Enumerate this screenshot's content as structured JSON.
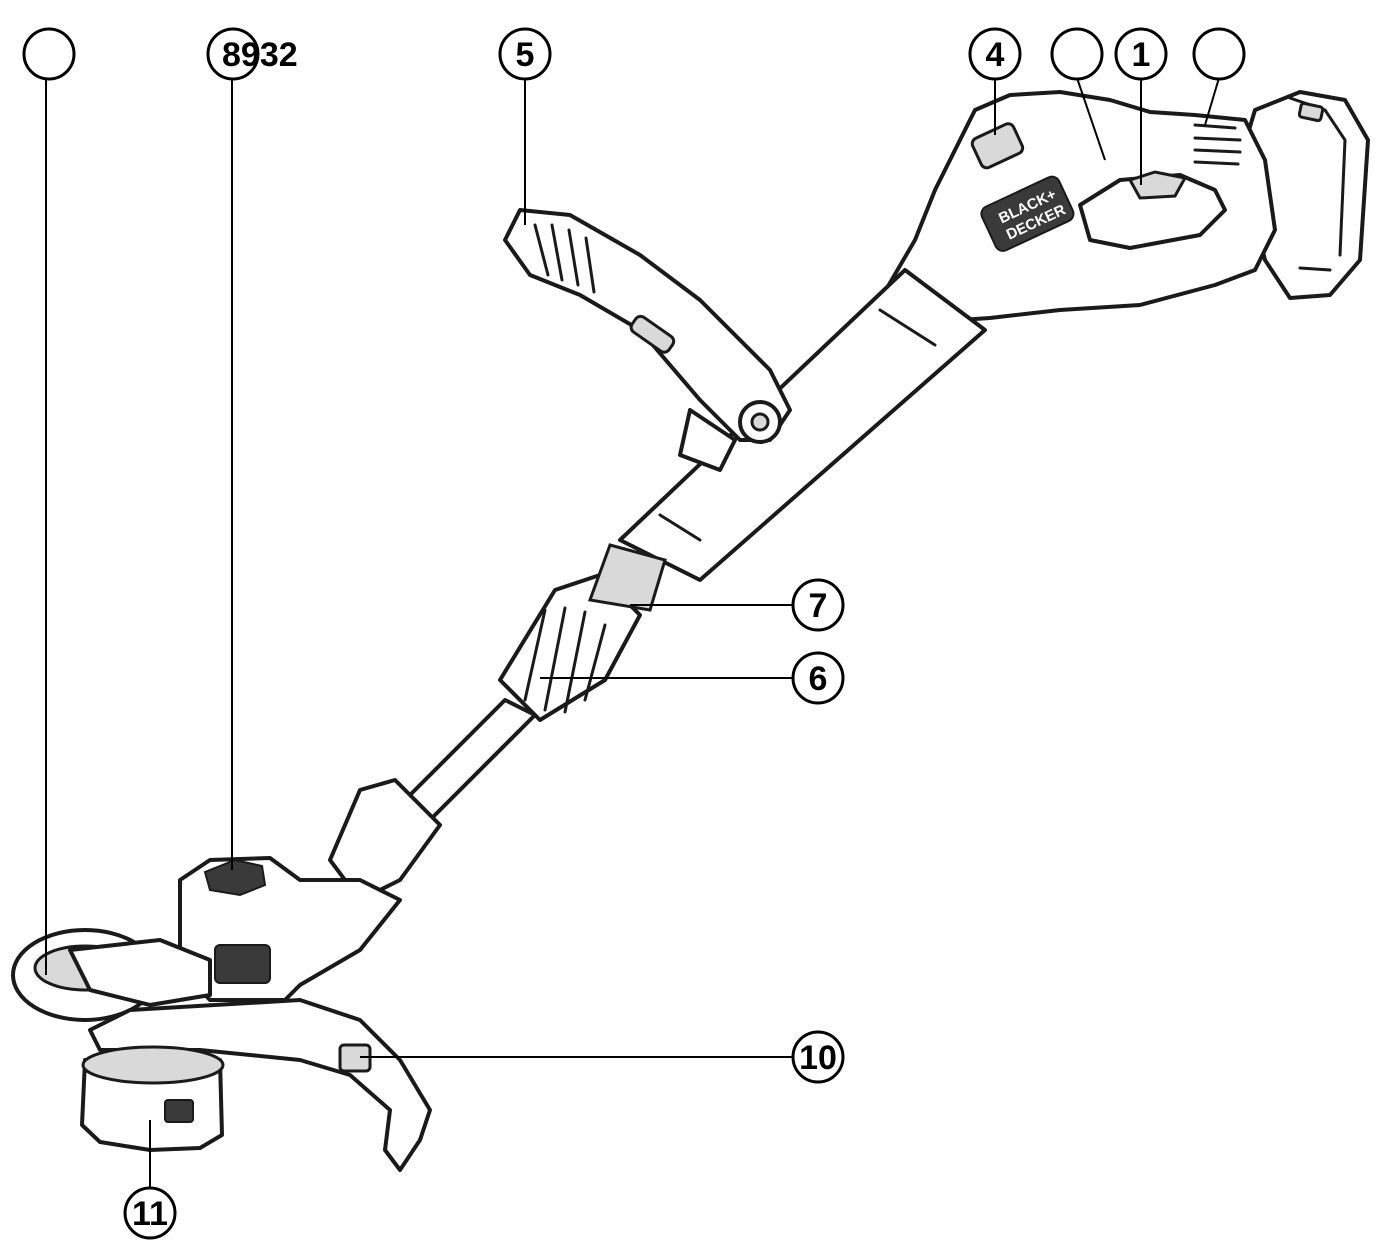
{
  "callouts": [
    {
      "id": "c-top-left",
      "label": ""
    },
    {
      "id": "c-8932",
      "label": "8932"
    },
    {
      "id": "c-5",
      "label": "5"
    },
    {
      "id": "c-4",
      "label": "4"
    },
    {
      "id": "c-blank-2",
      "label": ""
    },
    {
      "id": "c-1",
      "label": "1"
    },
    {
      "id": "c-blank-3",
      "label": ""
    },
    {
      "id": "c-7",
      "label": "7"
    },
    {
      "id": "c-6",
      "label": "6"
    },
    {
      "id": "c-10",
      "label": "10"
    },
    {
      "id": "c-11",
      "label": "11"
    }
  ],
  "brand": {
    "line1": "BLACK+",
    "line2": "DECKER"
  },
  "colors": {
    "outline": "#1a1a1a",
    "fill": "#ffffff",
    "accent": "#d9d9d9"
  }
}
